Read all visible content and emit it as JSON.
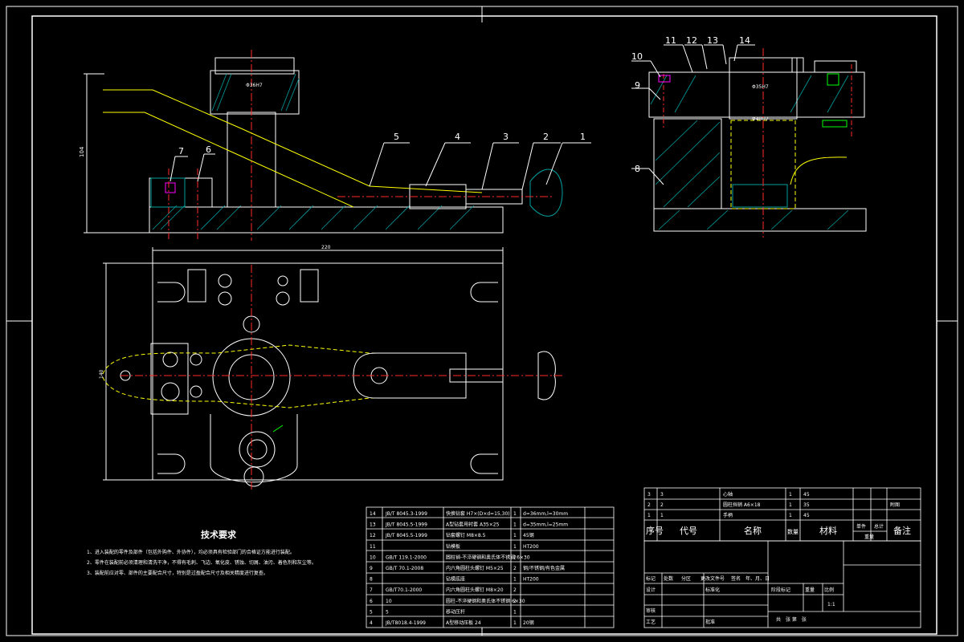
{
  "colors": {
    "background": "#000000",
    "line": "#ffffff",
    "center_line": "#ff2a2a",
    "hidden_line": "#ffff00",
    "hatch": "#00a0a0",
    "dimension": "#ffffff",
    "highlight_green": "#00ff00",
    "highlight_magenta": "#ff00ff"
  },
  "balloons_front": [
    "1",
    "2",
    "3",
    "4",
    "5",
    "6",
    "7"
  ],
  "balloons_side": [
    "8",
    "9",
    "10",
    "11",
    "12",
    "13",
    "14"
  ],
  "dimensions": {
    "front_height": "104",
    "plan_width": "220",
    "plan_depth": "140",
    "front_bore": "Φ36H7",
    "side_bore": "Φ35H7",
    "side_width": "Φ48H7"
  },
  "tech_requirements": {
    "title": "技术要求",
    "items": [
      "1、进入装配的零件及部件（包括外购件、外协件），均必须具有检验部门的合格证方能进行装配。",
      "2、零件在装配前必须清理和清洗干净，不得有毛刺、飞边、氧化皮、锈蚀、切屑、油污、着色剂和灰尘等。",
      "3、装配前应对零、部件的主要配合尺寸，特别是过盈配合尺寸及相关精度进行复查。"
    ]
  },
  "bom": [
    {
      "no": "14",
      "code": "JB/T 8045.3-1999",
      "name": "快换钻套 H7×(D×d=15,30)",
      "qty": "1",
      "material": "d=36mm,l=30mm",
      "note": ""
    },
    {
      "no": "13",
      "code": "JB/T 8045.5-1999",
      "name": "A型钻套用衬套 A35×25",
      "qty": "1",
      "material": "d=35mm,l=25mm",
      "note": ""
    },
    {
      "no": "12",
      "code": "JB/T 8045.5-1999",
      "name": "钻套螺钉 M8×8.5",
      "qty": "1",
      "material": "45钢",
      "note": ""
    },
    {
      "no": "11",
      "code": "",
      "name": "钻模板",
      "qty": "1",
      "material": "HT200",
      "note": ""
    },
    {
      "no": "10",
      "code": "GB/T 119.1-2000",
      "name": "圆柱销-不淬硬钢和奥氏体不锈钢 6×30",
      "qty": "2",
      "material": "",
      "note": ""
    },
    {
      "no": "9",
      "code": "GB/T 70.1-2008",
      "name": "内六角圆柱头螺钉 M5×25",
      "qty": "2",
      "material": "钢/不锈钢/有色金属",
      "note": ""
    },
    {
      "no": "8",
      "code": "",
      "name": "钻模底座",
      "qty": "1",
      "material": "HT200",
      "note": ""
    },
    {
      "no": "7",
      "code": "GB/T70.1-2000",
      "name": "内六角圆柱头螺钉 M8×20",
      "qty": "2",
      "material": "",
      "note": ""
    },
    {
      "no": "6",
      "code": "10",
      "name": "圆柱-不淬硬钢和奥氏体不锈钢 6×30",
      "qty": "2",
      "material": "",
      "note": ""
    },
    {
      "no": "5",
      "code": "5",
      "name": "移动压杆",
      "qty": "1",
      "material": "",
      "note": ""
    },
    {
      "no": "4",
      "code": "JB/T8018.4-1999",
      "name": "A型移动压板 24",
      "qty": "1",
      "material": "20钢",
      "note": ""
    }
  ],
  "bom_top": [
    {
      "no": "3",
      "code": "3",
      "name": "心轴",
      "qty": "1",
      "material": "45",
      "note": ""
    },
    {
      "no": "2",
      "code": "2",
      "name": "圆柱挡销 A6×18",
      "qty": "1",
      "material": "35",
      "note": "附图"
    },
    {
      "no": "1",
      "code": "1",
      "name": "手柄",
      "qty": "1",
      "material": "45",
      "note": ""
    }
  ],
  "bom_header": {
    "no": "序号",
    "code": "代号",
    "name": "名称",
    "qty": "数量",
    "material": "材料",
    "unit_weight": "单件",
    "total_weight": "总计",
    "weight": "重量",
    "note": "备注"
  },
  "title_block": {
    "rows_left": [
      "标记",
      "处数",
      "分区",
      "更改文件号",
      "签名",
      "年、月、日"
    ],
    "design": "设计",
    "standard": "标准化",
    "check": "审核",
    "process": "工艺",
    "approve": "批准",
    "stage": "阶段标记",
    "weight": "重量",
    "scale": "比例",
    "scale_value": "1:1",
    "sheets": "共　张  第　张"
  }
}
